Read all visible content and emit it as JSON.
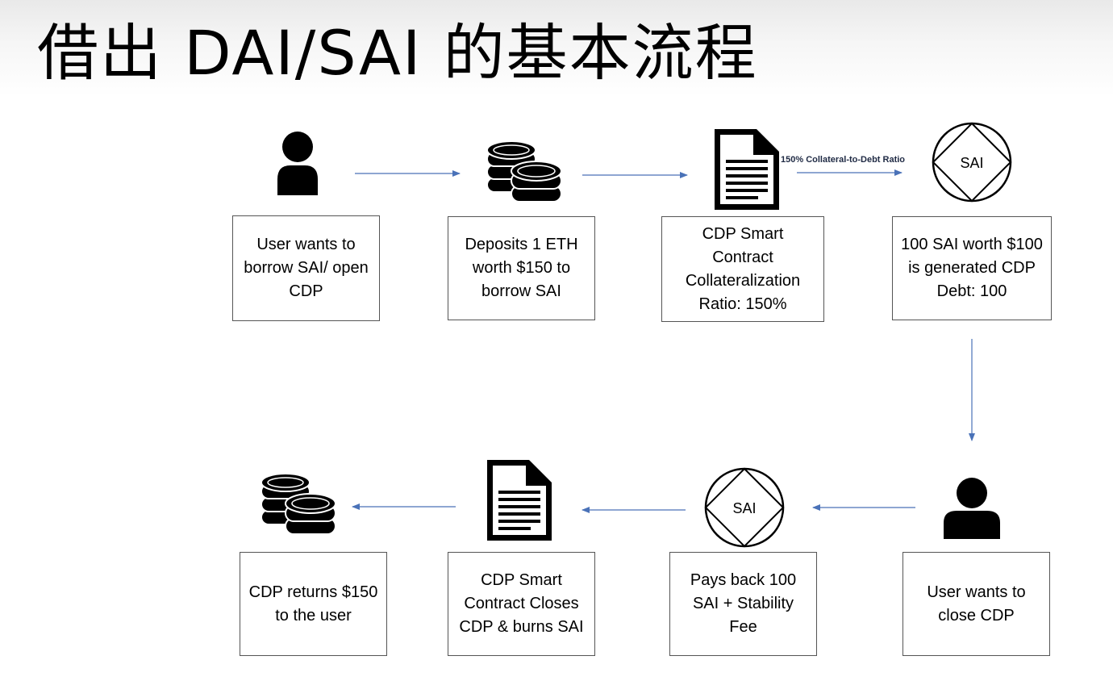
{
  "title": "借出 DAI/SAI 的基本流程",
  "top_row": [
    {
      "text": "User wants to borrow SAI/ open CDP",
      "icon": "person-icon"
    },
    {
      "text": "Deposits 1 ETH worth $150 to borrow SAI",
      "icon": "coins-icon"
    },
    {
      "text": "CDP Smart Contract Collateralization Ratio: 150%",
      "icon": "document-icon"
    },
    {
      "text": "100 SAI worth $100 is generated CDP Debt: 100",
      "icon": "sai-token-icon",
      "token_label": "SAI"
    }
  ],
  "bottom_row": [
    {
      "text": "User wants to close CDP",
      "icon": "person-icon"
    },
    {
      "text": "Pays back 100 SAI + Stability Fee",
      "icon": "sai-token-icon",
      "token_label": "SAI"
    },
    {
      "text": "CDP Smart Contract Closes CDP & burns SAI",
      "icon": "document-icon"
    },
    {
      "text": "CDP returns $150 to the user",
      "icon": "coins-icon"
    }
  ],
  "edge_label": "150% Collateral-to-Debt Ratio",
  "colors": {
    "arrow": "#4a72b8",
    "edge_label": "#1f2a44",
    "box_border": "#555555",
    "icon": "#000000"
  }
}
